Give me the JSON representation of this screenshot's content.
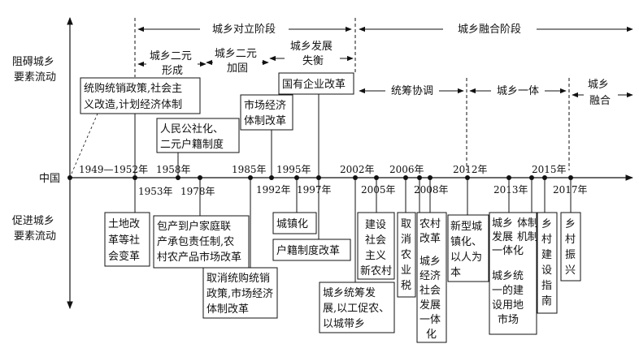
{
  "axis_labels": {
    "left_top": [
      "阻碍城乡",
      "要素流动"
    ],
    "left_bottom": [
      "促进城乡",
      "要素流动"
    ],
    "timeline_origin": "中国"
  },
  "stages": {
    "opposition": "城乡对立阶段",
    "integration": "城乡融合阶段",
    "dual_formation": [
      "城乡二元",
      "形成"
    ],
    "dual_consolidation": [
      "城乡二元",
      "加固"
    ],
    "imbalance": [
      "城乡发展",
      "失衡"
    ],
    "coordination": "统筹协调",
    "integration_unified": "城乡一体",
    "fusion": [
      "城乡",
      "融合"
    ]
  },
  "years": {
    "y1949": "1949—1952年",
    "y1953": "1953年",
    "y1958": "1958年",
    "y1978": "1978年",
    "y1985": "1985年",
    "y1992": "1992年",
    "y1995": "1995年",
    "y1997": "1997年",
    "y2002": "2002年",
    "y2005": "2005年",
    "y2006": "2006年",
    "y2008": "2008年",
    "y2012": "2012年",
    "y2013": "2013年",
    "y2015": "2015年",
    "y2017": "2017年"
  },
  "upper_events": {
    "unified_purchase": [
      "统购统销政策,社会主",
      "义改造,计划经济体制"
    ],
    "commune": [
      "人民公社化、",
      "二元户籍制度"
    ],
    "market_reform": [
      "市场经济",
      "体制改革"
    ],
    "soe_reform": "国有企业改革"
  },
  "lower_events": {
    "land_reform": [
      "土地改",
      "革等社",
      "会变革"
    ],
    "household_contract": [
      "包产到户家庭联",
      "产承包责任制,农",
      "村农产品市场改革"
    ],
    "cancel_purchase": [
      "取消统购统销",
      "政策,市场经济",
      "体制改革"
    ],
    "urbanization": "城镇化",
    "hukou_reform": "户籍制度改革",
    "urban_rural_coord": [
      "城乡统筹发",
      "展,以工促农、",
      "以城带乡"
    ],
    "new_countryside": [
      "建设",
      "社会",
      "主义",
      "新农村"
    ],
    "cancel_tax": [
      "取",
      "消",
      "农",
      "业",
      "税"
    ],
    "rural_reform": [
      "农村",
      "改革"
    ],
    "econ_society": [
      "城乡",
      "经济",
      "社会",
      "发展",
      "一体",
      "化"
    ],
    "new_urbanization": [
      "新型城",
      "镇化、",
      "以人为",
      "本"
    ],
    "integration_mechanism": [
      "城乡",
      "发展",
      "一体化",
      "体制",
      "机制"
    ],
    "unified_land_market": [
      "城乡统",
      "一的建",
      "设用地",
      "市场"
    ],
    "revitalization_guide": [
      "乡",
      "村",
      "建",
      "设",
      "指",
      "南"
    ],
    "revitalization": [
      "乡",
      "村",
      "振",
      "兴"
    ]
  }
}
